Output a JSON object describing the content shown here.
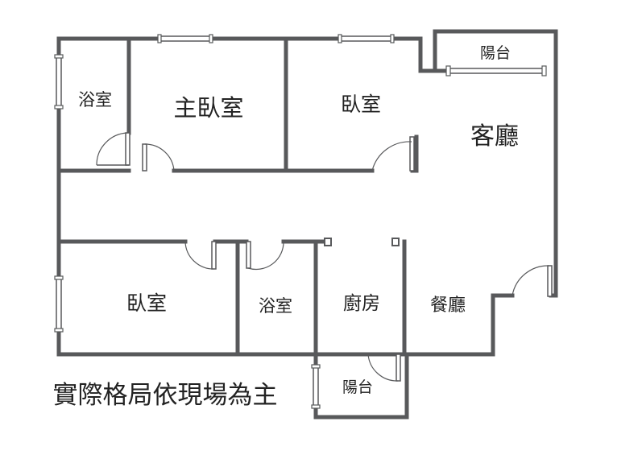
{
  "rooms": {
    "bath_top": "浴室",
    "master_bedroom": "主臥室",
    "bedroom_top": "臥室",
    "balcony_top": "陽台",
    "living_room": "客廳",
    "bedroom_bottom": "臥室",
    "bath_bottom": "浴室",
    "kitchen": "廚房",
    "dining_room": "餐廳",
    "balcony_bottom": "陽台"
  },
  "disclaimer": "實際格局依現場為主",
  "colors": {
    "wall": "#58595b",
    "text": "#222222",
    "background": "#ffffff"
  }
}
